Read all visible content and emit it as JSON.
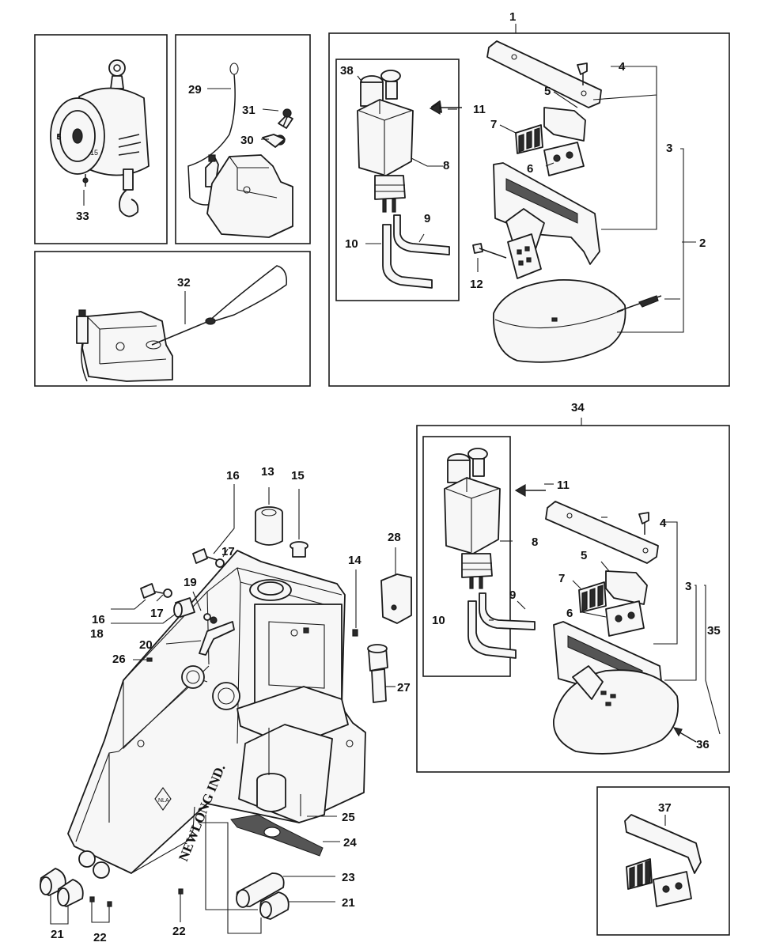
{
  "labels": {
    "p1": "1",
    "p2": "2",
    "p3a": "3",
    "p3b": "3",
    "p4a": "4",
    "p4b": "4",
    "p5a": "5",
    "p5b": "5",
    "p6a": "6",
    "p6b": "6",
    "p7a": "7",
    "p7b": "7",
    "p8a": "8",
    "p8b": "8",
    "p9a": "9",
    "p9b": "9",
    "p10a": "10",
    "p10b": "10",
    "p11a": "11",
    "p11b": "11",
    "p12": "12",
    "p13": "13",
    "p14": "14",
    "p15": "15",
    "p16a": "16",
    "p16b": "16",
    "p17a": "17",
    "p17b": "17",
    "p18": "18",
    "p19": "19",
    "p20": "20",
    "p21a": "21",
    "p21b": "21",
    "p22a": "22",
    "p22b": "22",
    "p23": "23",
    "p24": "24",
    "p25": "25",
    "p26": "26",
    "p27": "27",
    "p28": "28",
    "p29": "29",
    "p30": "30",
    "p31": "31",
    "p32": "32",
    "p33": "33",
    "p34": "34",
    "p35": "35",
    "p36": "36",
    "p37": "37",
    "p38": "38"
  },
  "casting_text": "NEWLONG IND.",
  "logo_text": "NLA",
  "dial_numbers": [
    "5",
    "15"
  ]
}
